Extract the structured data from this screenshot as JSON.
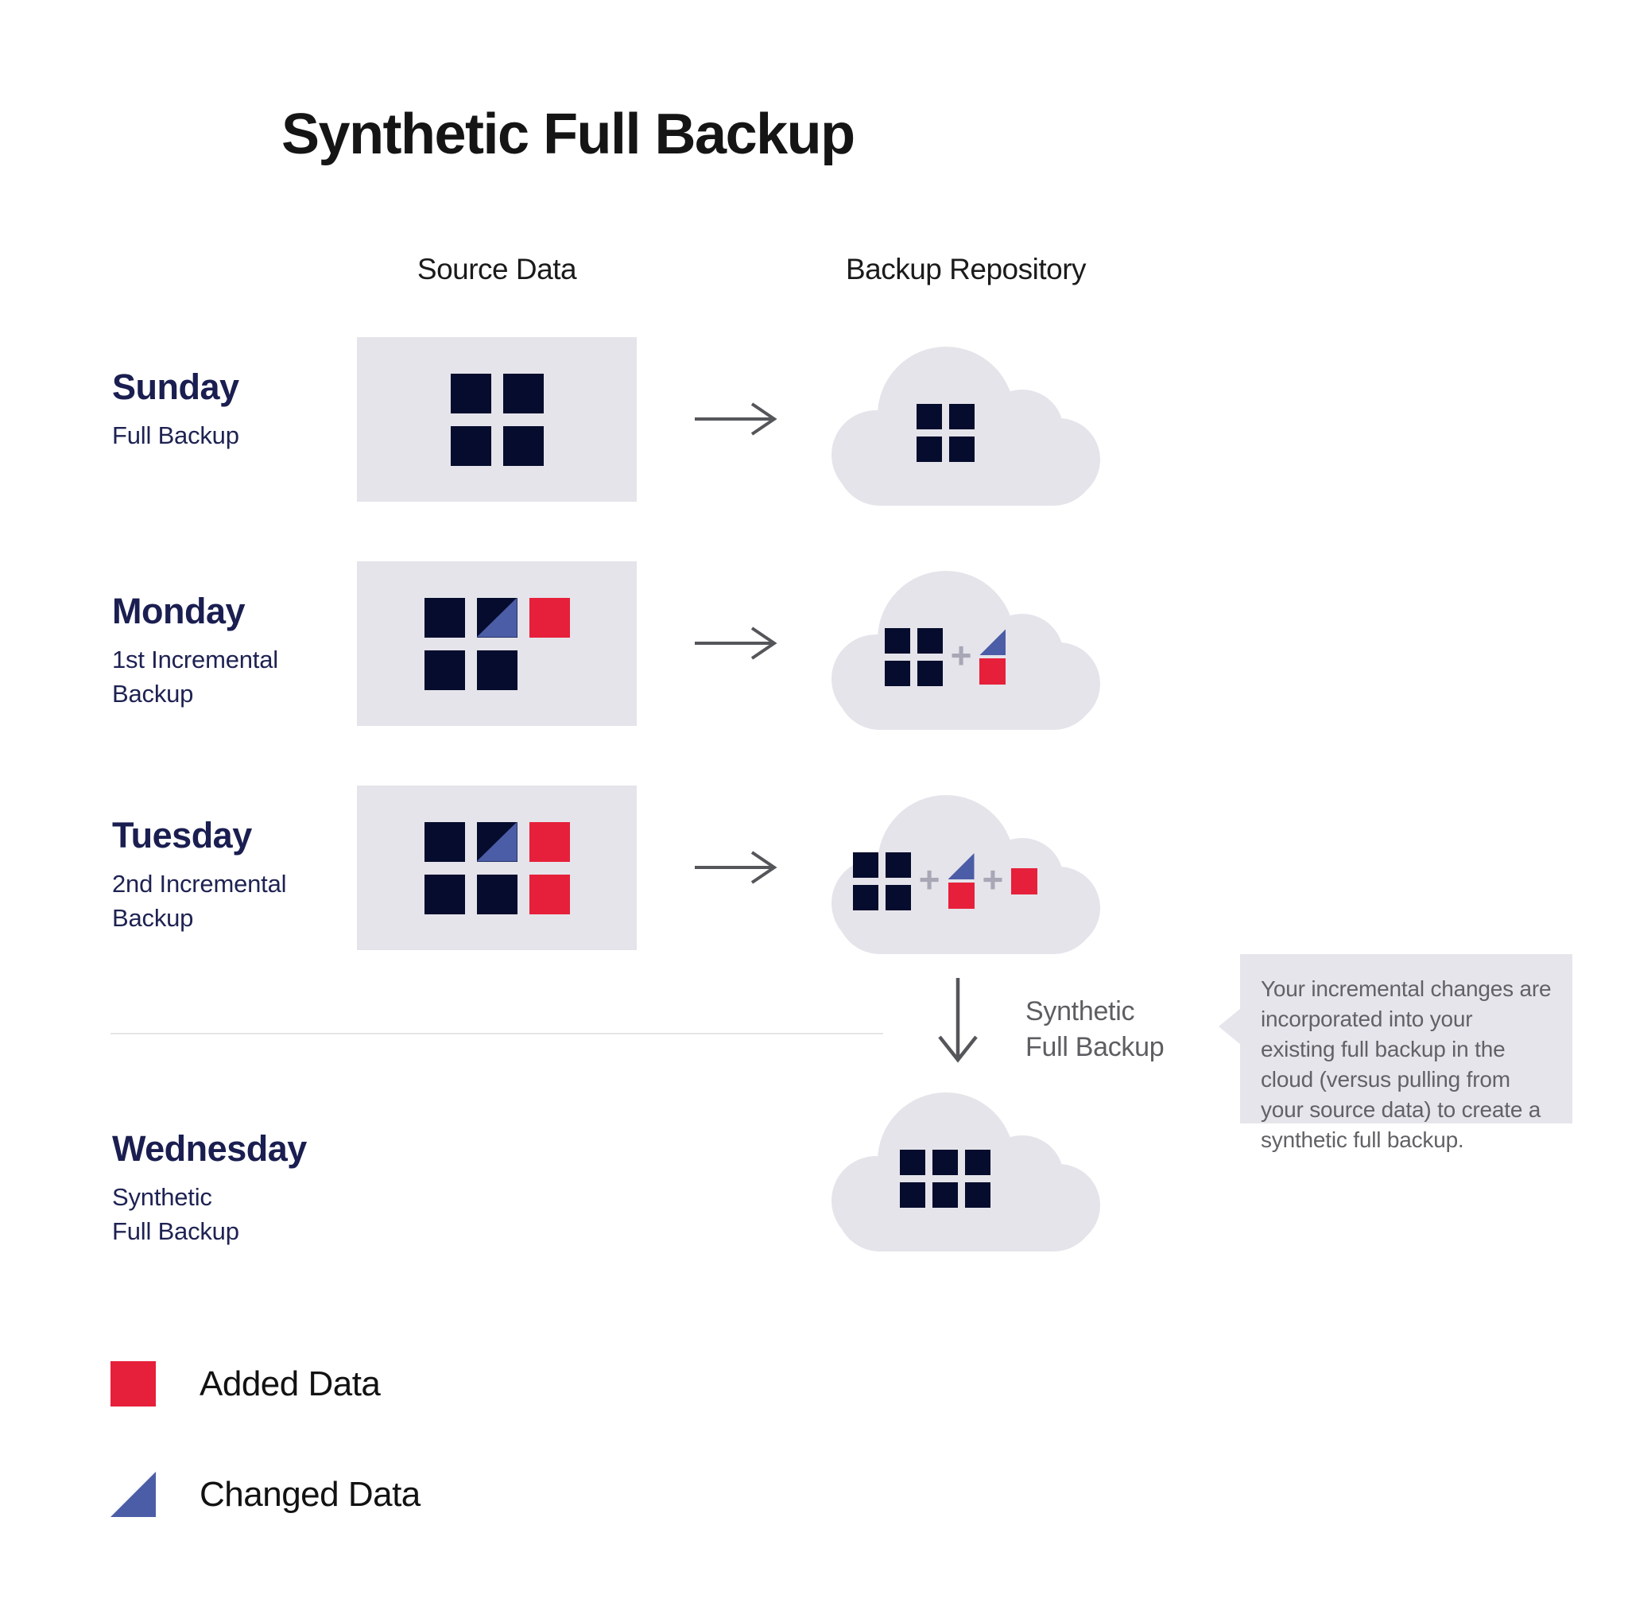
{
  "title": "Synthetic Full Backup",
  "columns": {
    "source": "Source Data",
    "repository": "Backup Repository"
  },
  "symbols": {
    "plus": "+"
  },
  "colors": {
    "full_backup_navy": "#050c2d",
    "added_data_red": "#e6203a",
    "changed_data_blue": "#4c5da7",
    "panel_gray": "#e5e4ea",
    "arrow_gray": "#55565a",
    "day_label_navy": "#1a1e50"
  },
  "rows": [
    {
      "day": "Sunday",
      "subtitle_lines": [
        "Full Backup"
      ],
      "source_tiles": [
        [
          "full",
          "full"
        ],
        [
          "full",
          "full"
        ]
      ],
      "cloud_tiles": [
        [
          "full",
          "full"
        ],
        [
          "full",
          "full"
        ]
      ]
    },
    {
      "day": "Monday",
      "subtitle_lines": [
        "1st Incremental",
        "Backup"
      ],
      "source_tiles": [
        [
          "full",
          "changed",
          "added"
        ],
        [
          "full",
          "full",
          "empty"
        ]
      ],
      "cloud_tiles": [
        [
          "full",
          "full"
        ],
        [
          "full",
          "full"
        ]
      ]
    },
    {
      "day": "Tuesday",
      "subtitle_lines": [
        "2nd Incremental",
        "Backup"
      ],
      "source_tiles": [
        [
          "full",
          "changed",
          "added"
        ],
        [
          "full",
          "full",
          "added"
        ]
      ],
      "cloud_tiles": [
        [
          "full",
          "full"
        ],
        [
          "full",
          "full"
        ]
      ]
    },
    {
      "day": "Wednesday",
      "subtitle_lines": [
        "Synthetic",
        "Full Backup"
      ],
      "cloud_tiles": [
        [
          "full",
          "full",
          "full"
        ],
        [
          "full",
          "full",
          "full"
        ]
      ]
    }
  ],
  "flow": {
    "label_line1": "Synthetic",
    "label_line2": "Full Backup"
  },
  "tooltip": {
    "text": "Your incremental changes are incorporated into your existing full backup in the cloud (versus pulling from your source data) to create a synthetic full backup."
  },
  "legend": [
    {
      "swatch": "added",
      "label": "Added Data"
    },
    {
      "swatch": "changed",
      "label": "Changed Data"
    }
  ]
}
